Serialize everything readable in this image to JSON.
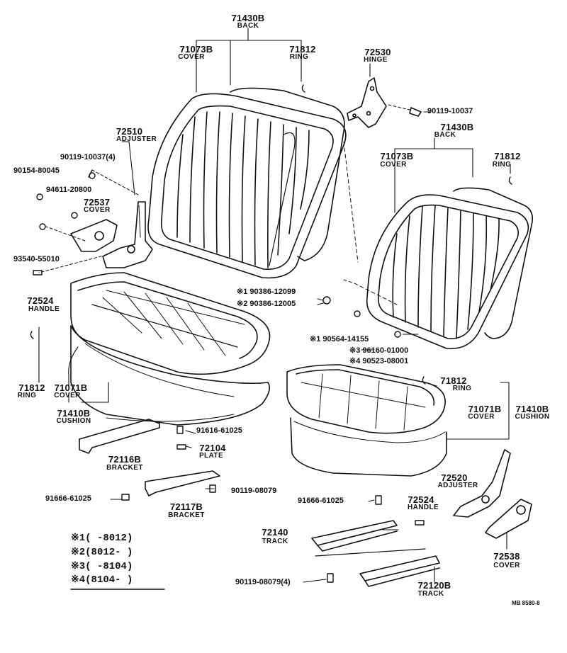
{
  "parts": {
    "back_top": {
      "num": "71430B",
      "name": "BACK"
    },
    "cover_top_left": {
      "num": "71073B",
      "name": "COVER"
    },
    "ring_top": {
      "num": "71812",
      "name": "RING"
    },
    "hinge": {
      "num": "72530",
      "name": "HINGE"
    },
    "bolt_hinge": {
      "num": "90119-10037"
    },
    "back_right": {
      "num": "71430B",
      "name": "BACK"
    },
    "cover_right": {
      "num": "71073B",
      "name": "COVER"
    },
    "ring_right": {
      "num": "71812",
      "name": "RING"
    },
    "adjuster_left": {
      "num": "72510",
      "name": "ADJUSTER"
    },
    "bolt_adjuster": {
      "num": "90119-10037(4)"
    },
    "nut_90154": {
      "num": "90154-80045"
    },
    "screw_94611": {
      "num": "94611-20800"
    },
    "cover_72537": {
      "num": "72537",
      "name": "COVER"
    },
    "pin_93540": {
      "num": "93540-55010"
    },
    "handle_left": {
      "num": "72524",
      "name": "HANDLE"
    },
    "ring_left": {
      "num": "71812",
      "name": "RING"
    },
    "cover_cushion_left": {
      "num": "71071B",
      "name": "COVER"
    },
    "cushion_left": {
      "num": "71410B",
      "name": "CUSHION"
    },
    "bolt_1_90386": {
      "num": "※1 90386-12099"
    },
    "bolt_2_90386": {
      "num": "※2 90386-12005"
    },
    "nut_1_90564": {
      "num": "※1 90564-14155"
    },
    "nut_3_96160": {
      "num": "※3 96160-01000"
    },
    "nut_4_90523": {
      "num": "※4 90523-08001"
    },
    "ring_mid": {
      "num": "71812",
      "name": "RING"
    },
    "cover_cushion_right": {
      "num": "71071B",
      "name": "COVER"
    },
    "cushion_right": {
      "num": "71410B",
      "name": "CUSHION"
    },
    "bolt_91616": {
      "num": "91616-61025"
    },
    "bracket_72116": {
      "num": "72116B",
      "name": "BRACKET"
    },
    "plate_72104": {
      "num": "72104",
      "name": "PLATE"
    },
    "bolt_91666_left": {
      "num": "91666-61025"
    },
    "bracket_72117": {
      "num": "72117B",
      "name": "BRACKET"
    },
    "bolt_90119_08079": {
      "num": "90119-08079"
    },
    "adjuster_right": {
      "num": "72520",
      "name": "ADJUSTER"
    },
    "bolt_91666_right": {
      "num": "91666-61025"
    },
    "handle_right": {
      "num": "72524",
      "name": "HANDLE"
    },
    "track_72140": {
      "num": "72140",
      "name": "TRACK"
    },
    "cover_72538": {
      "num": "72538",
      "name": "COVER"
    },
    "bolt_90119_4": {
      "num": "90119-08079(4)"
    },
    "track_72120": {
      "num": "72120B",
      "name": "TRACK"
    }
  },
  "legend": [
    {
      "mark": "※1",
      "range": "(      -8012)"
    },
    {
      "mark": "※2",
      "range": "(8012-      )"
    },
    {
      "mark": "※3",
      "range": "(      -8104)"
    },
    {
      "mark": "※4",
      "range": "(8104-      )"
    }
  ],
  "drawing_code": "MB  8580-8",
  "colors": {
    "ink": "#111111",
    "paper": "#ffffff"
  }
}
